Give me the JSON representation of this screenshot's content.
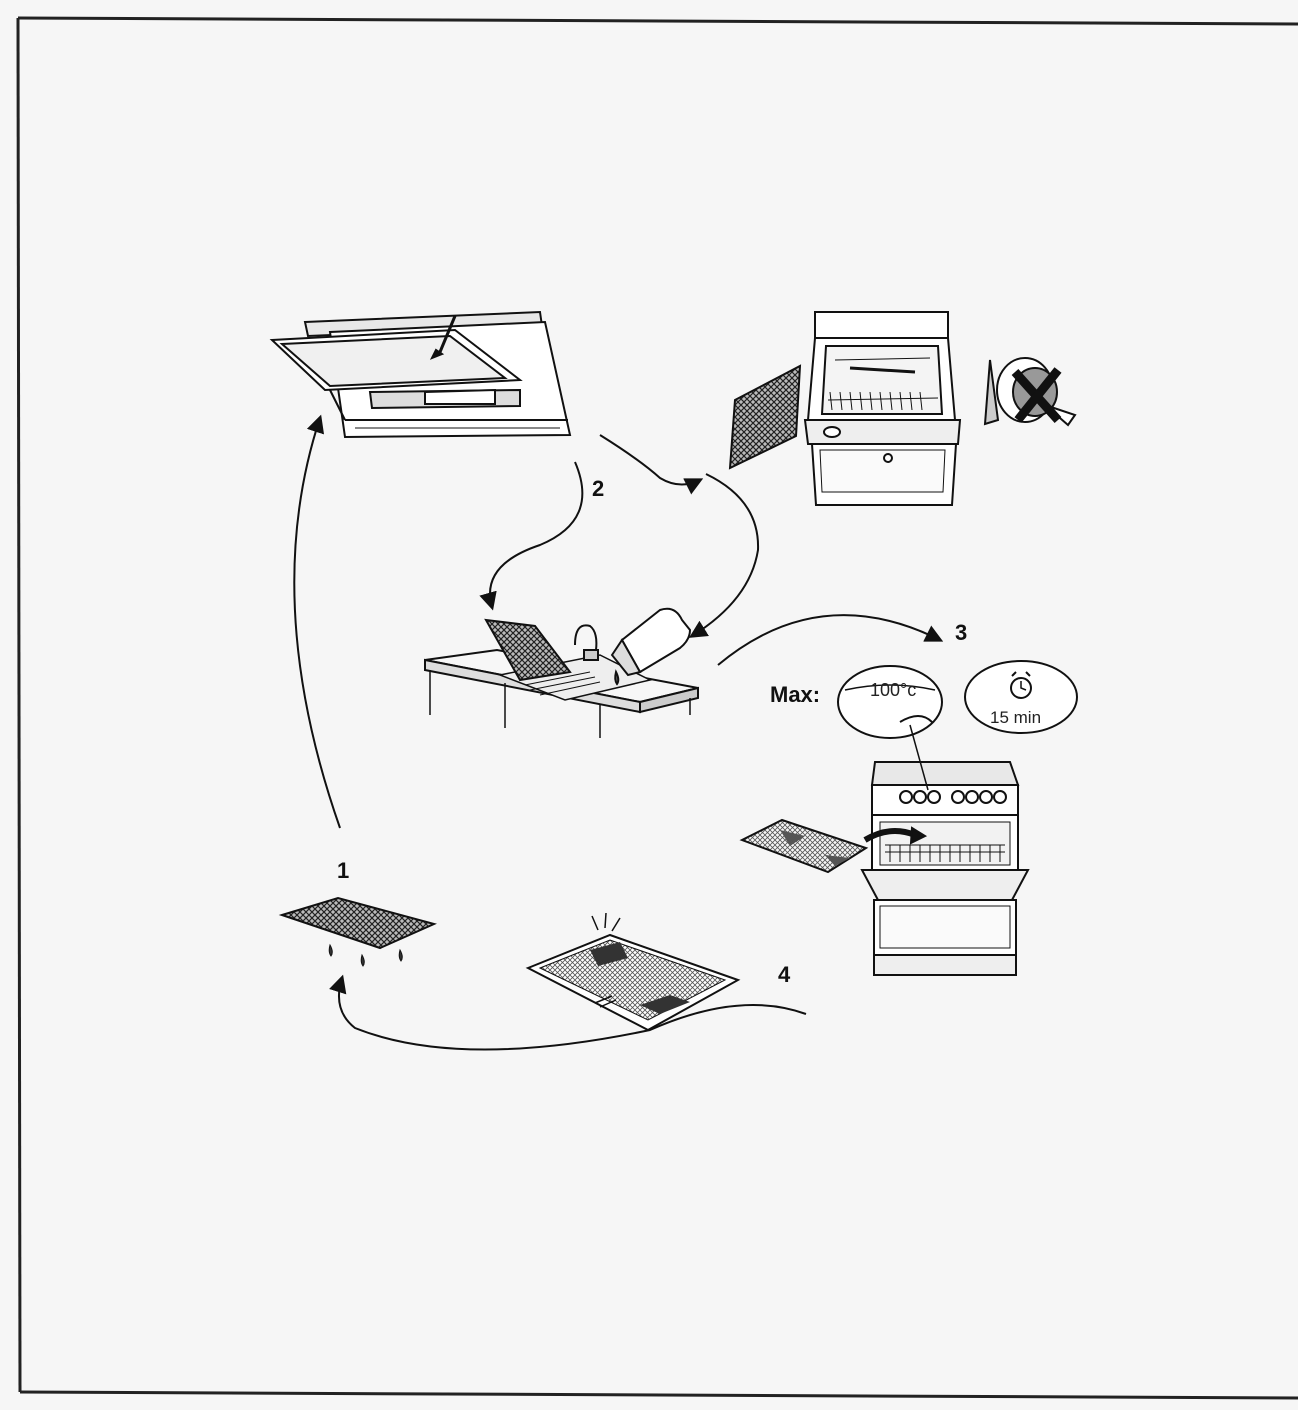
{
  "steps": [
    "1",
    "2",
    "3",
    "4"
  ],
  "oven": {
    "max_label": "Max:",
    "temperature": "100°c",
    "time": "15 min"
  }
}
